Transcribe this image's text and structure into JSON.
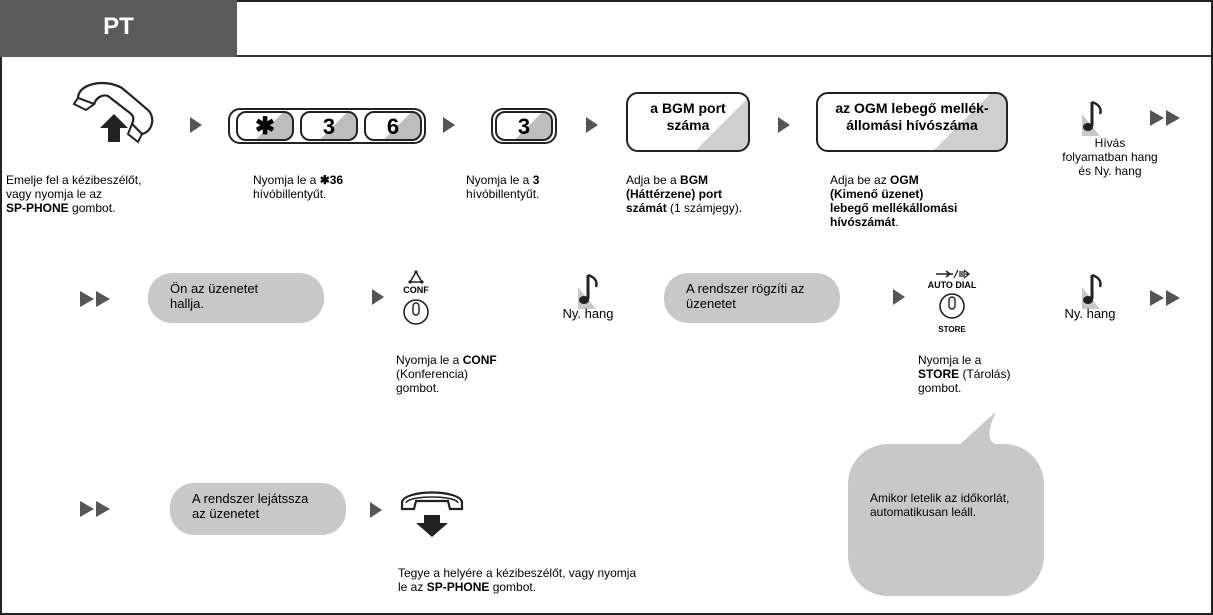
{
  "header": {
    "tab_label": "PT"
  },
  "row1": {
    "step1": {
      "caption_a": "Emelje fel a kézibeszélőt,",
      "caption_b": "vagy nyomja le az",
      "caption_c_bold": "SP-PHONE",
      "caption_c_rest": " gombot."
    },
    "step2": {
      "keys": [
        "✱",
        "3",
        "6"
      ],
      "caption_a": "Nyomja le a ",
      "caption_bold": "✱36",
      "caption_b": "hívóbillentyűt."
    },
    "step3": {
      "key": "3",
      "caption_a": "Nyomja le a ",
      "caption_bold": "3",
      "caption_b": "hívóbillentyűt."
    },
    "step4": {
      "box_line1": "a BGM port",
      "box_line2": "száma",
      "caption_a": "Adja be a ",
      "caption_bold1": "BGM",
      "caption_bold2": "(Háttérzene) port",
      "caption_bold3": "számát",
      "caption_rest": " (1 számjegy)."
    },
    "step5": {
      "box_line1": "az OGM lebegő mellék-",
      "box_line2": "állomási hívószáma",
      "caption_a": "Adja be az ",
      "caption_bold1": "OGM",
      "caption_bold2": "(Kimenő üzenet)",
      "caption_bold3": "lebegő mellékállomási",
      "caption_bold4": "hívószámát",
      "caption_rest": "."
    },
    "tone": {
      "line1": "Hívás",
      "line2": "folyamatban hang",
      "line3": "és Ny. hang"
    }
  },
  "row2": {
    "bubble1": {
      "line1": "Ön az üzenetet",
      "line2": "hallja."
    },
    "conf": {
      "label": "CONF",
      "caption_a": "Nyomja le a ",
      "caption_bold": "CONF",
      "caption_b": "(Konferencia)",
      "caption_c": "gombot."
    },
    "tone1": "Ny. hang",
    "bubble2": {
      "line1": "A rendszer rögzíti az",
      "line2": "üzenetet"
    },
    "store": {
      "label_top": "AUTO DIAL",
      "label_bottom": "STORE",
      "caption_a": "Nyomja le a",
      "caption_bold": "STORE",
      "caption_b": " (Tárolás)",
      "caption_c": "gombot."
    },
    "tone2": "Ny. hang"
  },
  "row3": {
    "bubble3": {
      "line1": "A rendszer lejátssza",
      "line2": "az üzenetet"
    },
    "hangup": {
      "caption_a": "Tegye a helyére a kézibeszélőt, vagy nyomja",
      "caption_b": "le az ",
      "caption_bold": "SP-PHONE",
      "caption_rest": " gombot."
    },
    "note": {
      "line1": "Amikor letelik az időkorlát,",
      "line2": "automatikusan leáll."
    }
  }
}
